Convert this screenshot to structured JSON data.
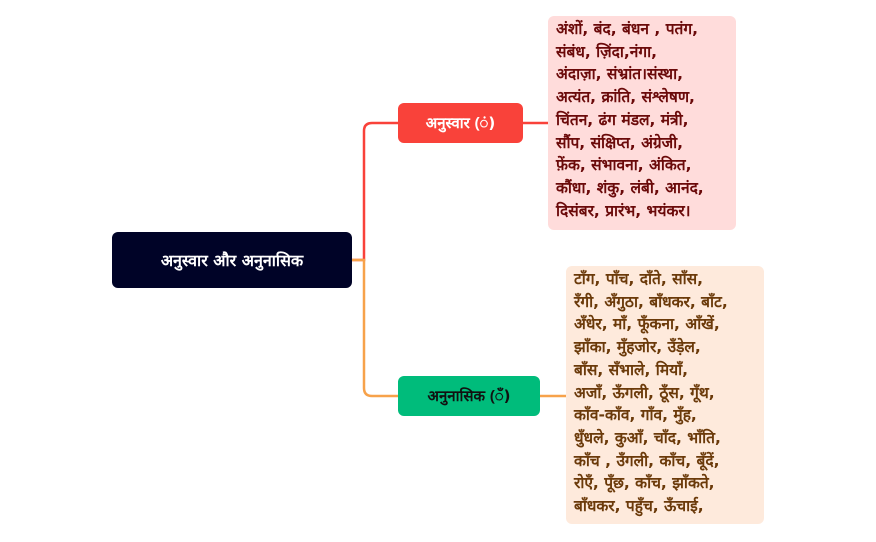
{
  "root": {
    "label": "अनुस्वार और अनुनासिक"
  },
  "branches": [
    {
      "label": "अनुस्वार (ं)",
      "color": "#f9423a",
      "examples": [
        "अंशों, बंद, बंधन , पतंग,",
        "संबंध, ज़िंदा,नंगा,",
        "अंदाज़ा, संभ्रांत।संस्था,",
        "अत्यंत, क्रांति, संश्लेषण,",
        "चिंतन, ढंग मंडल, मंत्री,",
        "सौंप, संक्षिप्त, अंग्रेजी,",
        "फ़ेंक, संभावना, अंकित,",
        "कौंधा, शंकु, लंबी, आनंद,",
        "दिसंबर, प्रारंभ, भयंकर।"
      ]
    },
    {
      "label": "अनुनासिक (ँ)",
      "color": "#00bc7b",
      "examples": [
        "टाँग, पाँच, दाँते, साँस,",
        "रँगी, अँगुठा, बाँधकर, बाँट,",
        "अँधेर, माँ, फूँकना, आँखें,",
        "झाँका, मुँहजोर, उँड़ेल,",
        "बाँस, सँभाले,  मियाँ,",
        "अजाँ, ऊँगली, ठूँस, गूँथ,",
        "काँव-काँव, गाँव, मुँह,",
        "धुँधले, कुआँ, चाँद, भाँति,",
        "काँच ,  उँगली, काँच, बूँदें,",
        "रोएँ, पूँछ, काँच, झाँकते,",
        "बाँधकर, पहुँच, ऊँचाई,"
      ]
    }
  ],
  "colors": {
    "root_bg": "#000327",
    "edge_a": "#f9423a",
    "edge_b": "#f7a24a",
    "leaf_a_bg": "#ffdcdb",
    "leaf_b_bg": "#feeadc"
  }
}
